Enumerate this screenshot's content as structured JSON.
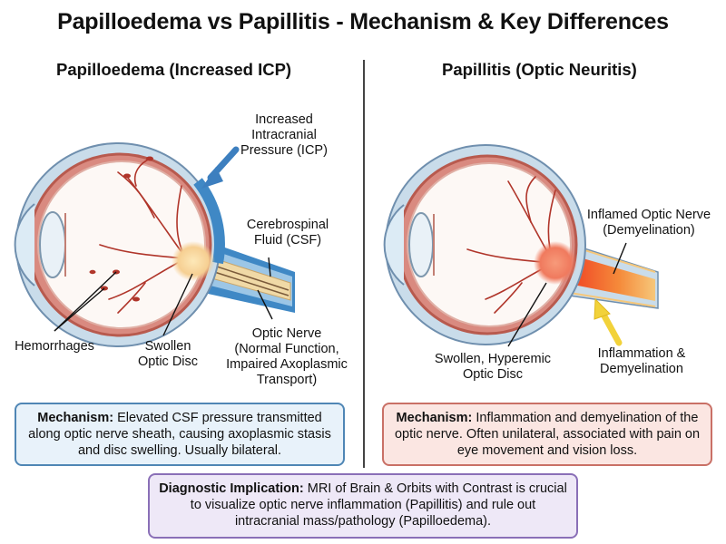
{
  "title": "Papilloedema vs Papillitis - Mechanism & Key Differences",
  "left": {
    "heading": "Papilloedema (Increased ICP)",
    "labels": {
      "icp": "Increased Intracranial Pressure (ICP)",
      "icp_lines": [
        "Increased",
        "Intracranial",
        "Pressure (ICP)"
      ],
      "csf_lines": [
        "Cerebrospinal",
        "Fluid (CSF)"
      ],
      "nerve_title": "Optic Nerve",
      "nerve_sub_lines": [
        "(Normal Function,",
        "Impaired Axoplasmic",
        "Transport)"
      ],
      "hemorrhages": "Hemorrhages",
      "disc_lines": [
        "Swollen",
        "Optic Disc"
      ]
    },
    "mechanism": {
      "label": "Mechanism:",
      "text": " Elevated CSF pressure transmitted along optic nerve sheath, causing axoplasmic stasis and disc swelling. Usually bilateral."
    }
  },
  "right": {
    "heading": "Papillitis (Optic Neuritis)",
    "labels": {
      "inflamed_title": "Inflamed Optic Nerve",
      "inflamed_sub": "(Demyelination)",
      "disc_lines": [
        "Swollen, Hyperemic",
        "Optic Disc"
      ],
      "inflam_lines": [
        "Inflammation &",
        "Demyelination"
      ]
    },
    "mechanism": {
      "label": "Mechanism:",
      "text": " Inflammation and demyelination of the optic nerve. Often unilateral, associated with pain on eye movement and vision loss."
    }
  },
  "diagnostic": {
    "label": "Diagnostic Implication:",
    "text": " MRI of Brain & Orbits with Contrast is crucial to visualize optic nerve inflammation (Papillitis) and rule out intracranial mass/pathology (Papilloedema)."
  },
  "colors": {
    "sclera": "#c9dcea",
    "choroid": "#b85a4e",
    "csf": "#3f88c5",
    "nerve": "#f0d9a6",
    "inflamed": "#ef4a2a",
    "arrow_blue": "#3d7fbf",
    "arrow_yellow": "#f2d23a"
  }
}
